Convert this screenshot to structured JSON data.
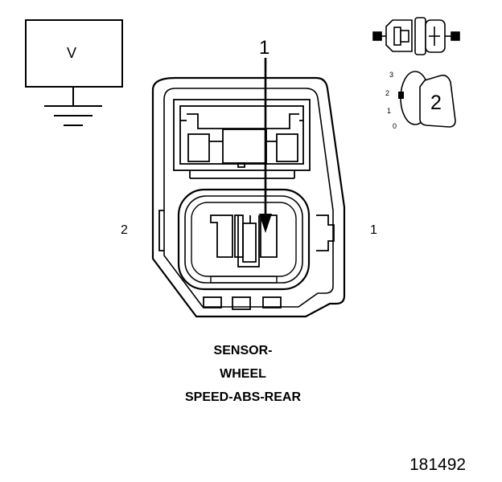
{
  "meter": {
    "symbol": "V"
  },
  "connector": {
    "callout_pin": "1",
    "pin_labels": {
      "left": "2",
      "right": "1"
    },
    "caption_lines": [
      "SENSOR-",
      "WHEEL",
      "SPEED-ABS-REAR"
    ]
  },
  "inset": {
    "position_scale": [
      "3",
      "2",
      "1",
      "0"
    ],
    "position_badge": "2"
  },
  "figure_id": "181492",
  "colors": {
    "line": "#000000",
    "background": "#ffffff"
  }
}
